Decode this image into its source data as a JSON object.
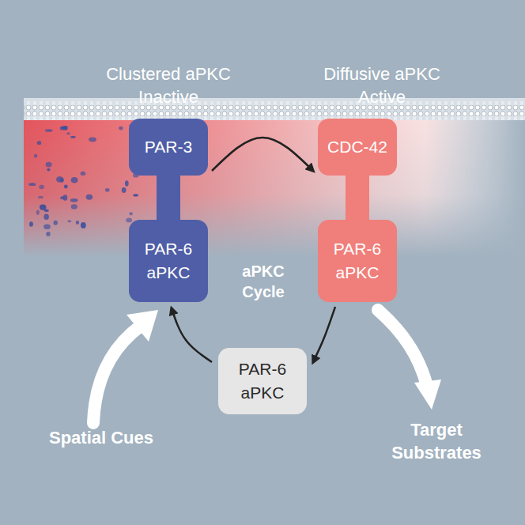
{
  "diagram": {
    "nodes": [
      {
        "text": [
          "PAR-3"
        ]
      },
      {
        "text": [
          "PAR-6 aPKC"
        ]
      },
      {
        "text": [
          "CDC-42"
        ]
      },
      {
        "text": [
          "PAR-6 aPKC"
        ]
      },
      {
        "text": [
          "PAR-6 aPKC"
        ]
      }
    ],
    "edges": [
      {
        "from": 0,
        "to": 1,
        "arrow": "none"
      },
      {
        "from": 2,
        "to": 3,
        "arrow": "none"
      },
      {
        "from": 0,
        "to": 2,
        "arrow": "to"
      },
      {
        "from": 3,
        "to": 4,
        "arrow": "to"
      },
      {
        "from": 4,
        "to": 1,
        "arrow": "to"
      }
    ],
    "labels": [
      "Clustered aPKC Inactive",
      "Diffusive aPKC Active",
      "aPKC Cycle",
      "Spatial Cues",
      "Target Substrates"
    ]
  }
}
